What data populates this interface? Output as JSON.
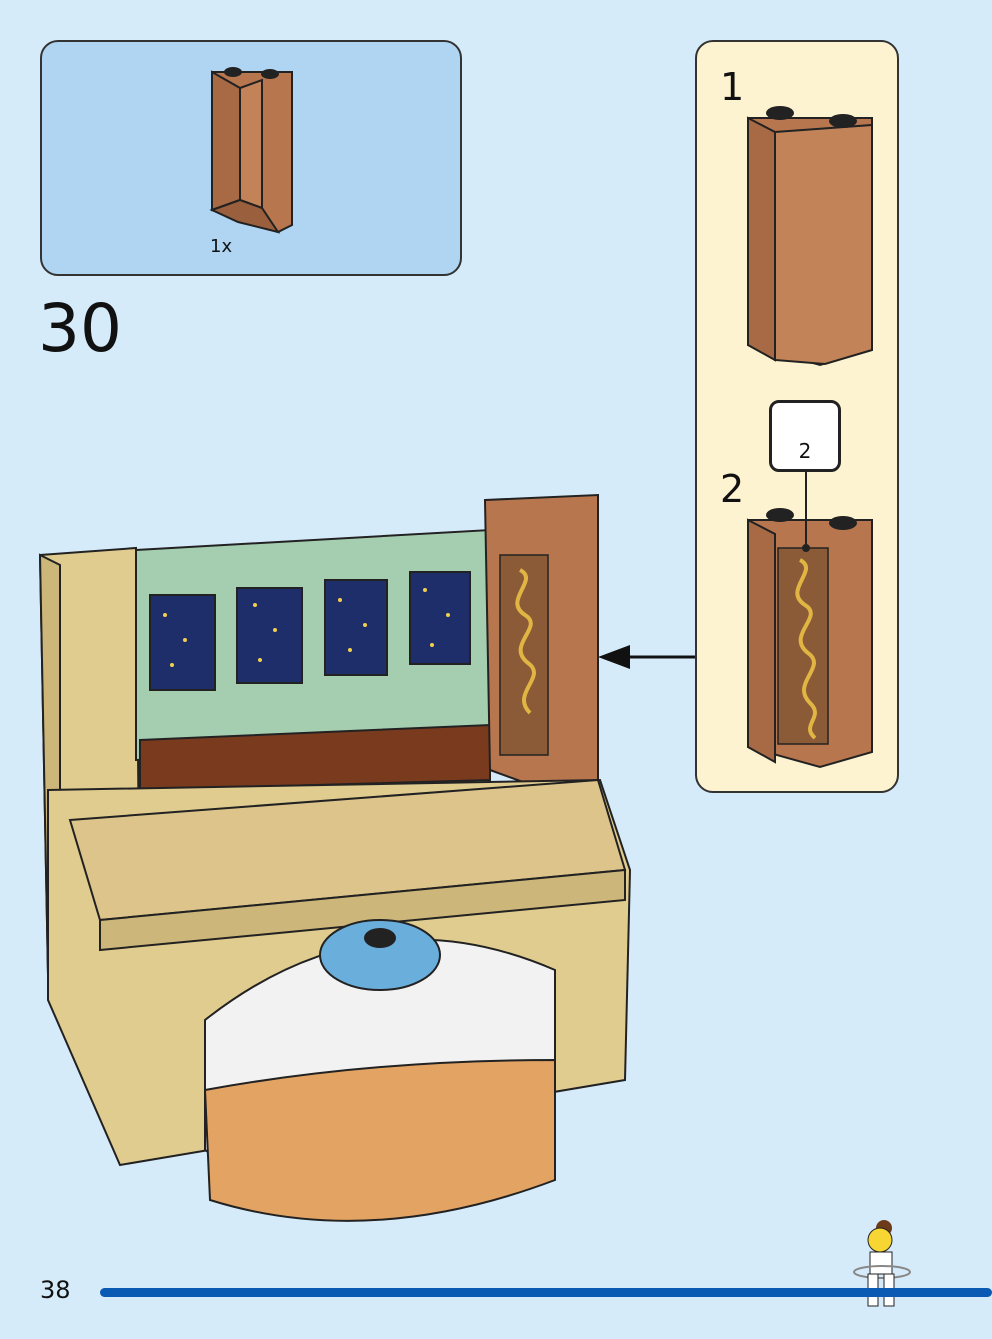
{
  "parts_list": {
    "items": [
      {
        "icon": "brown-corner-panel-brick-icon",
        "quantity": "1x",
        "color": "#b8764f"
      }
    ]
  },
  "step": {
    "number": "30"
  },
  "sub_assembly": {
    "steps": [
      {
        "number": "1",
        "icon": "brown-corner-panel-brick-icon"
      },
      {
        "number": "2",
        "icon": "decorated-corner-panel-icon"
      }
    ],
    "sticker": {
      "number": "2",
      "icon": "sticker-sheet-icon"
    }
  },
  "page": {
    "number": "38",
    "progress": 0.89
  },
  "colors": {
    "background": "#d6ebfa",
    "parts_box": "#afd5f3",
    "sub_box": "#fdf3d0",
    "brick_brown": "#b8764f",
    "tan": "#e1cc8f",
    "sand_green": "#a5cdb0",
    "progress_bar": "#0a59b3"
  }
}
